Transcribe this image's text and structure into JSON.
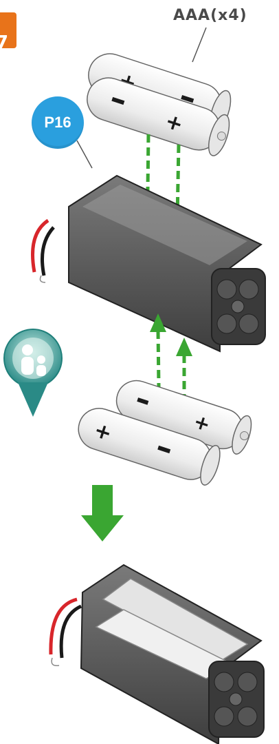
{
  "step": {
    "number": "7"
  },
  "parts_label": "AAA(x4)",
  "part_badge": "P16",
  "colors": {
    "step_badge": "#e8731a",
    "part_badge": "#2a9fde",
    "arrow": "#3aa632",
    "dashed_arrow": "#3aa632",
    "holder": "#5a5a5a",
    "battery": "#f2f2f2",
    "wire_red": "#d8262b",
    "wire_black": "#1a1a1a"
  },
  "icons": {
    "adult_supervision": "parent-child-pin-icon",
    "result_arrow": "down-arrow-icon"
  }
}
